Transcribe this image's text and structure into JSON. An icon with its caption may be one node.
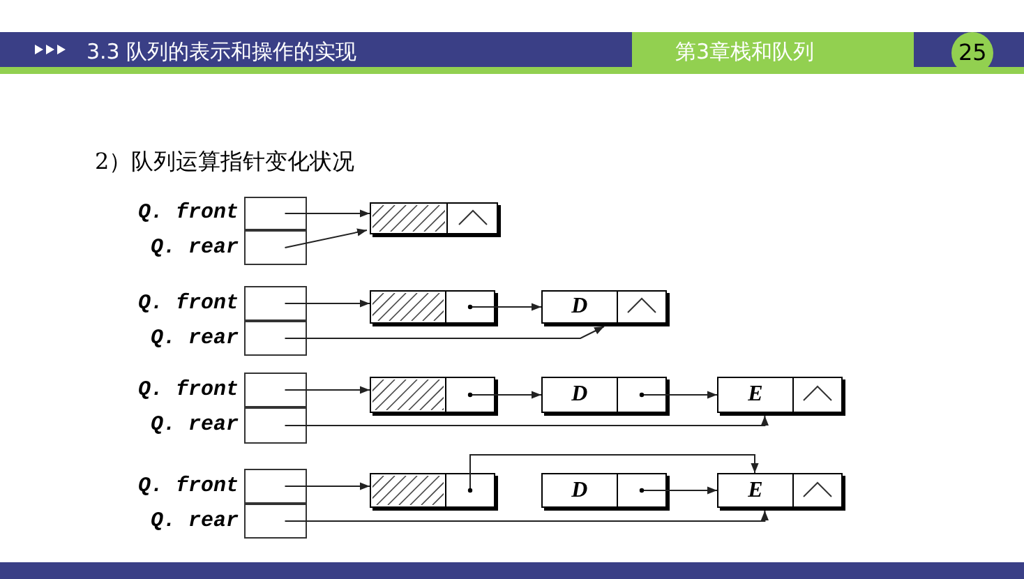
{
  "diagram": {
    "title": "3.3 队列的表示和操作的实现",
    "nodes": [
      {
        "text": [],
        "shape": "box",
        "beside": [
          "Q. front"
        ]
      },
      {
        "text": [],
        "shape": "box",
        "beside": [
          "Q. rear"
        ]
      },
      {
        "text": [],
        "shape": "box"
      },
      {
        "text": [],
        "shape": "box",
        "beside": [
          "Q. front"
        ]
      },
      {
        "text": [],
        "shape": "box",
        "beside": [
          "Q. rear"
        ]
      },
      {
        "text": [],
        "shape": "box"
      },
      {
        "text": [
          "D"
        ]
      },
      {
        "text": [],
        "shape": "box",
        "beside": [
          "Q. front"
        ]
      },
      {
        "text": [],
        "shape": "box",
        "beside": [
          "Q. rear"
        ]
      },
      {
        "text": [],
        "shape": "box"
      },
      {
        "text": [
          "D"
        ]
      },
      {
        "text": [
          "E"
        ]
      },
      {
        "text": [],
        "shape": "box",
        "beside": [
          "Q. front"
        ]
      },
      {
        "text": [],
        "shape": "box",
        "beside": [
          "Q. rear"
        ]
      },
      {
        "text": [],
        "shape": "box"
      },
      {
        "text": [
          "D"
        ]
      },
      {
        "text": [
          "E"
        ]
      }
    ],
    "edges": [
      {
        "from": 0,
        "to": 2,
        "arrow": "to"
      },
      {
        "from": 1,
        "to": 2,
        "arrow": "to"
      },
      {
        "from": 3,
        "to": 5,
        "arrow": "to"
      },
      {
        "from": 5,
        "to": 6,
        "arrow": "to"
      },
      {
        "from": 4,
        "to": 6,
        "arrow": "to"
      },
      {
        "from": 7,
        "to": 9,
        "arrow": "to"
      },
      {
        "from": 9,
        "to": 10,
        "arrow": "to"
      },
      {
        "from": 10,
        "to": 11,
        "arrow": "to"
      },
      {
        "from": 8,
        "to": 11,
        "arrow": "to"
      },
      {
        "from": 12,
        "to": 14,
        "arrow": "to"
      },
      {
        "from": 14,
        "to": 16,
        "arrow": "to"
      },
      {
        "from": 15,
        "to": 16,
        "arrow": "to"
      },
      {
        "from": 13,
        "to": 16,
        "arrow": "to"
      }
    ],
    "labels": [
      "第3章栈和队列",
      "25",
      "2）队列运算指针变化状况"
    ]
  }
}
